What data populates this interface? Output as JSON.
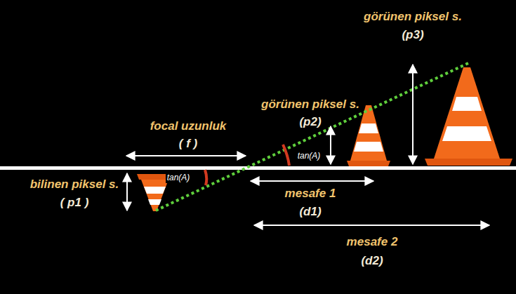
{
  "diagram": {
    "labels": [
      "görünen piksel s.",
      "(p3)",
      "görünen piksel s.",
      "(p2)",
      "focal uzunluk",
      "( f )",
      "tan(A)",
      "tan(A)",
      "bilinen piksel s.",
      "( p1 )",
      "mesafe 1",
      "(d1)",
      "mesafe 2",
      "(d2)"
    ]
  }
}
